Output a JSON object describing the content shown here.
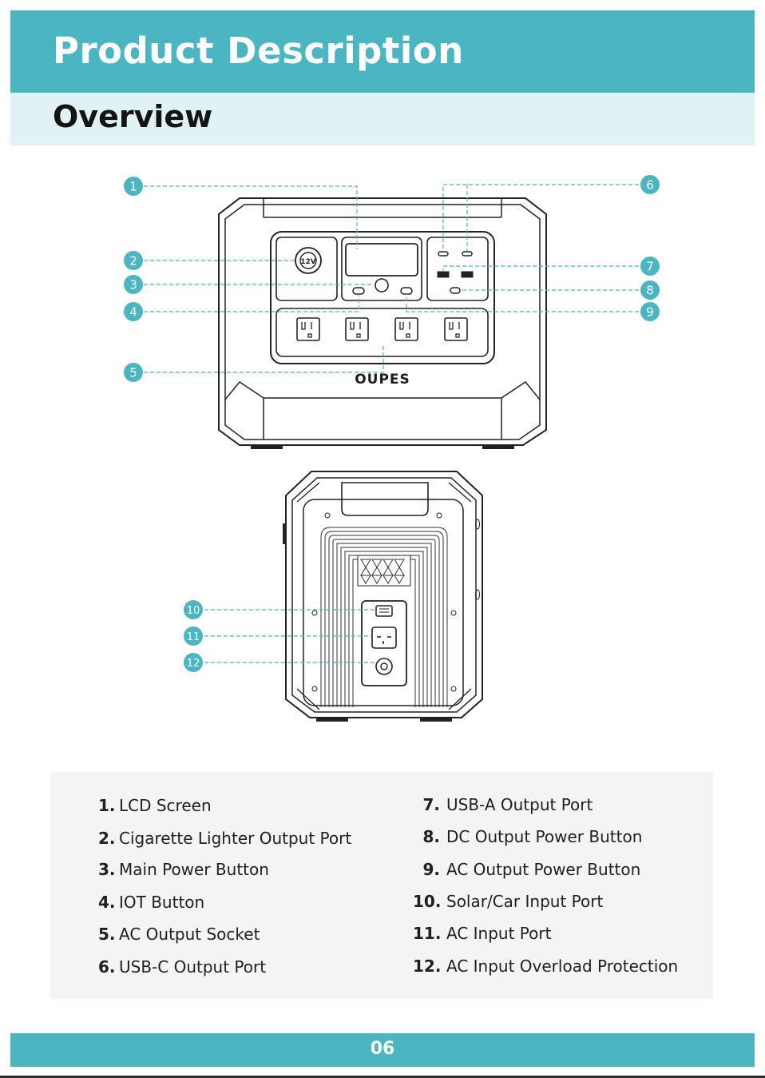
{
  "header": {
    "title": "Product Description"
  },
  "subheader": {
    "title": "Overview"
  },
  "figure": {
    "brand": "OUPES",
    "socket_label": "12V",
    "accent": "#4bb5c1",
    "callouts": [
      "1",
      "2",
      "3",
      "4",
      "5",
      "6",
      "7",
      "8",
      "9",
      "10",
      "11",
      "12"
    ]
  },
  "legend": {
    "left": [
      {
        "num": "1.",
        "label": "LCD Screen"
      },
      {
        "num": "2.",
        "label": "Cigarette Lighter Output Port"
      },
      {
        "num": "3.",
        "label": "Main Power Button"
      },
      {
        "num": "4.",
        "label": "IOT Button"
      },
      {
        "num": "5.",
        "label": "AC Output Socket"
      },
      {
        "num": "6.",
        "label": "USB-C Output Port"
      }
    ],
    "right": [
      {
        "num": "7.",
        "label": "USB-A Output Port"
      },
      {
        "num": "8.",
        "label": "DC Output Power Button"
      },
      {
        "num": "9.",
        "label": "AC Output Power Button"
      },
      {
        "num": "10.",
        "label": "Solar/Car Input Port"
      },
      {
        "num": "11.",
        "label": "AC Input Port"
      },
      {
        "num": "12.",
        "label": "AC Input Overload Protection"
      }
    ]
  },
  "footer": {
    "page_number": "06"
  }
}
